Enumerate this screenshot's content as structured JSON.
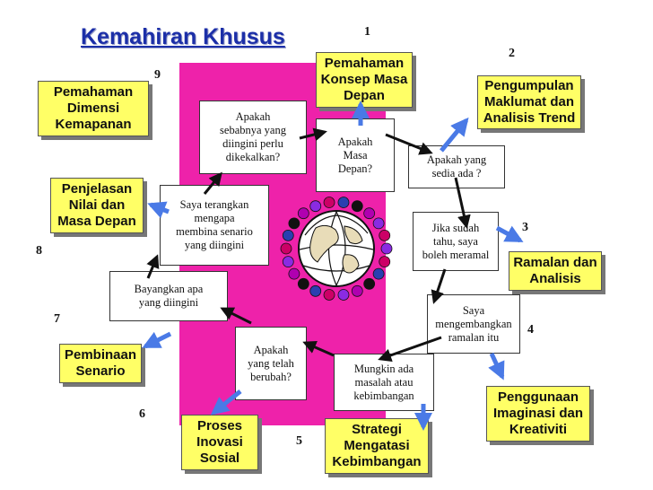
{
  "title": "Kemahiran Khusus",
  "numbers": [
    "1",
    "2",
    "3",
    "4",
    "5",
    "6",
    "7",
    "8",
    "9"
  ],
  "categories": {
    "pemahaman_konsep": "Pemahaman\nKonsep Masa\nDepan",
    "pengumpulan": "Pengumpulan\nMaklumat dan\nAnalisis Trend",
    "ramalan": "Ramalan dan\nAnalisis",
    "penggunaan": "Penggunaan\nImaginasi dan\nKreativiti",
    "strategi": "Strategi\nMengatasi\nKebimbangan",
    "proses": "Proses\nInovasi\nSosial",
    "pembinaan": "Pembinaan\nSenario",
    "penjelasan": "Penjelasan\nNilai dan\nMasa Depan",
    "pemahaman_dimensi": "Pemahaman\nDimensi\nKemapanan"
  },
  "questions": {
    "masa_depan": "Apakah\nMasa\nDepan?",
    "sedia_ada": "Apakah yang\nsedia ada ?",
    "meramal": "Jika sudah\ntahu,  saya\nboleh meramal",
    "mengembangkan": "Saya\nmengembangkan\nramalan itu",
    "kebimbangan": "Mungkin ada\nmasalah atau\nkebimbangan",
    "berubah": "Apakah\nyang telah\nberubah?",
    "bayangkan": "Bayangkan apa\nyang diingini",
    "terangkan": "Saya terangkan\nmengapa\nmembina senario\nyang diingini",
    "dikekalkan": "Apakah\nsebabnya yang\ndiingini  perlu\ndikekalkan?"
  },
  "colors": {
    "title": "#1c2fa8",
    "panel": "#ee22aa",
    "category_box": "#ffff66",
    "blue_arrow": "#4a7ae6",
    "black_arrow": "#111111"
  },
  "icon": "globe-with-people-ring-icon"
}
